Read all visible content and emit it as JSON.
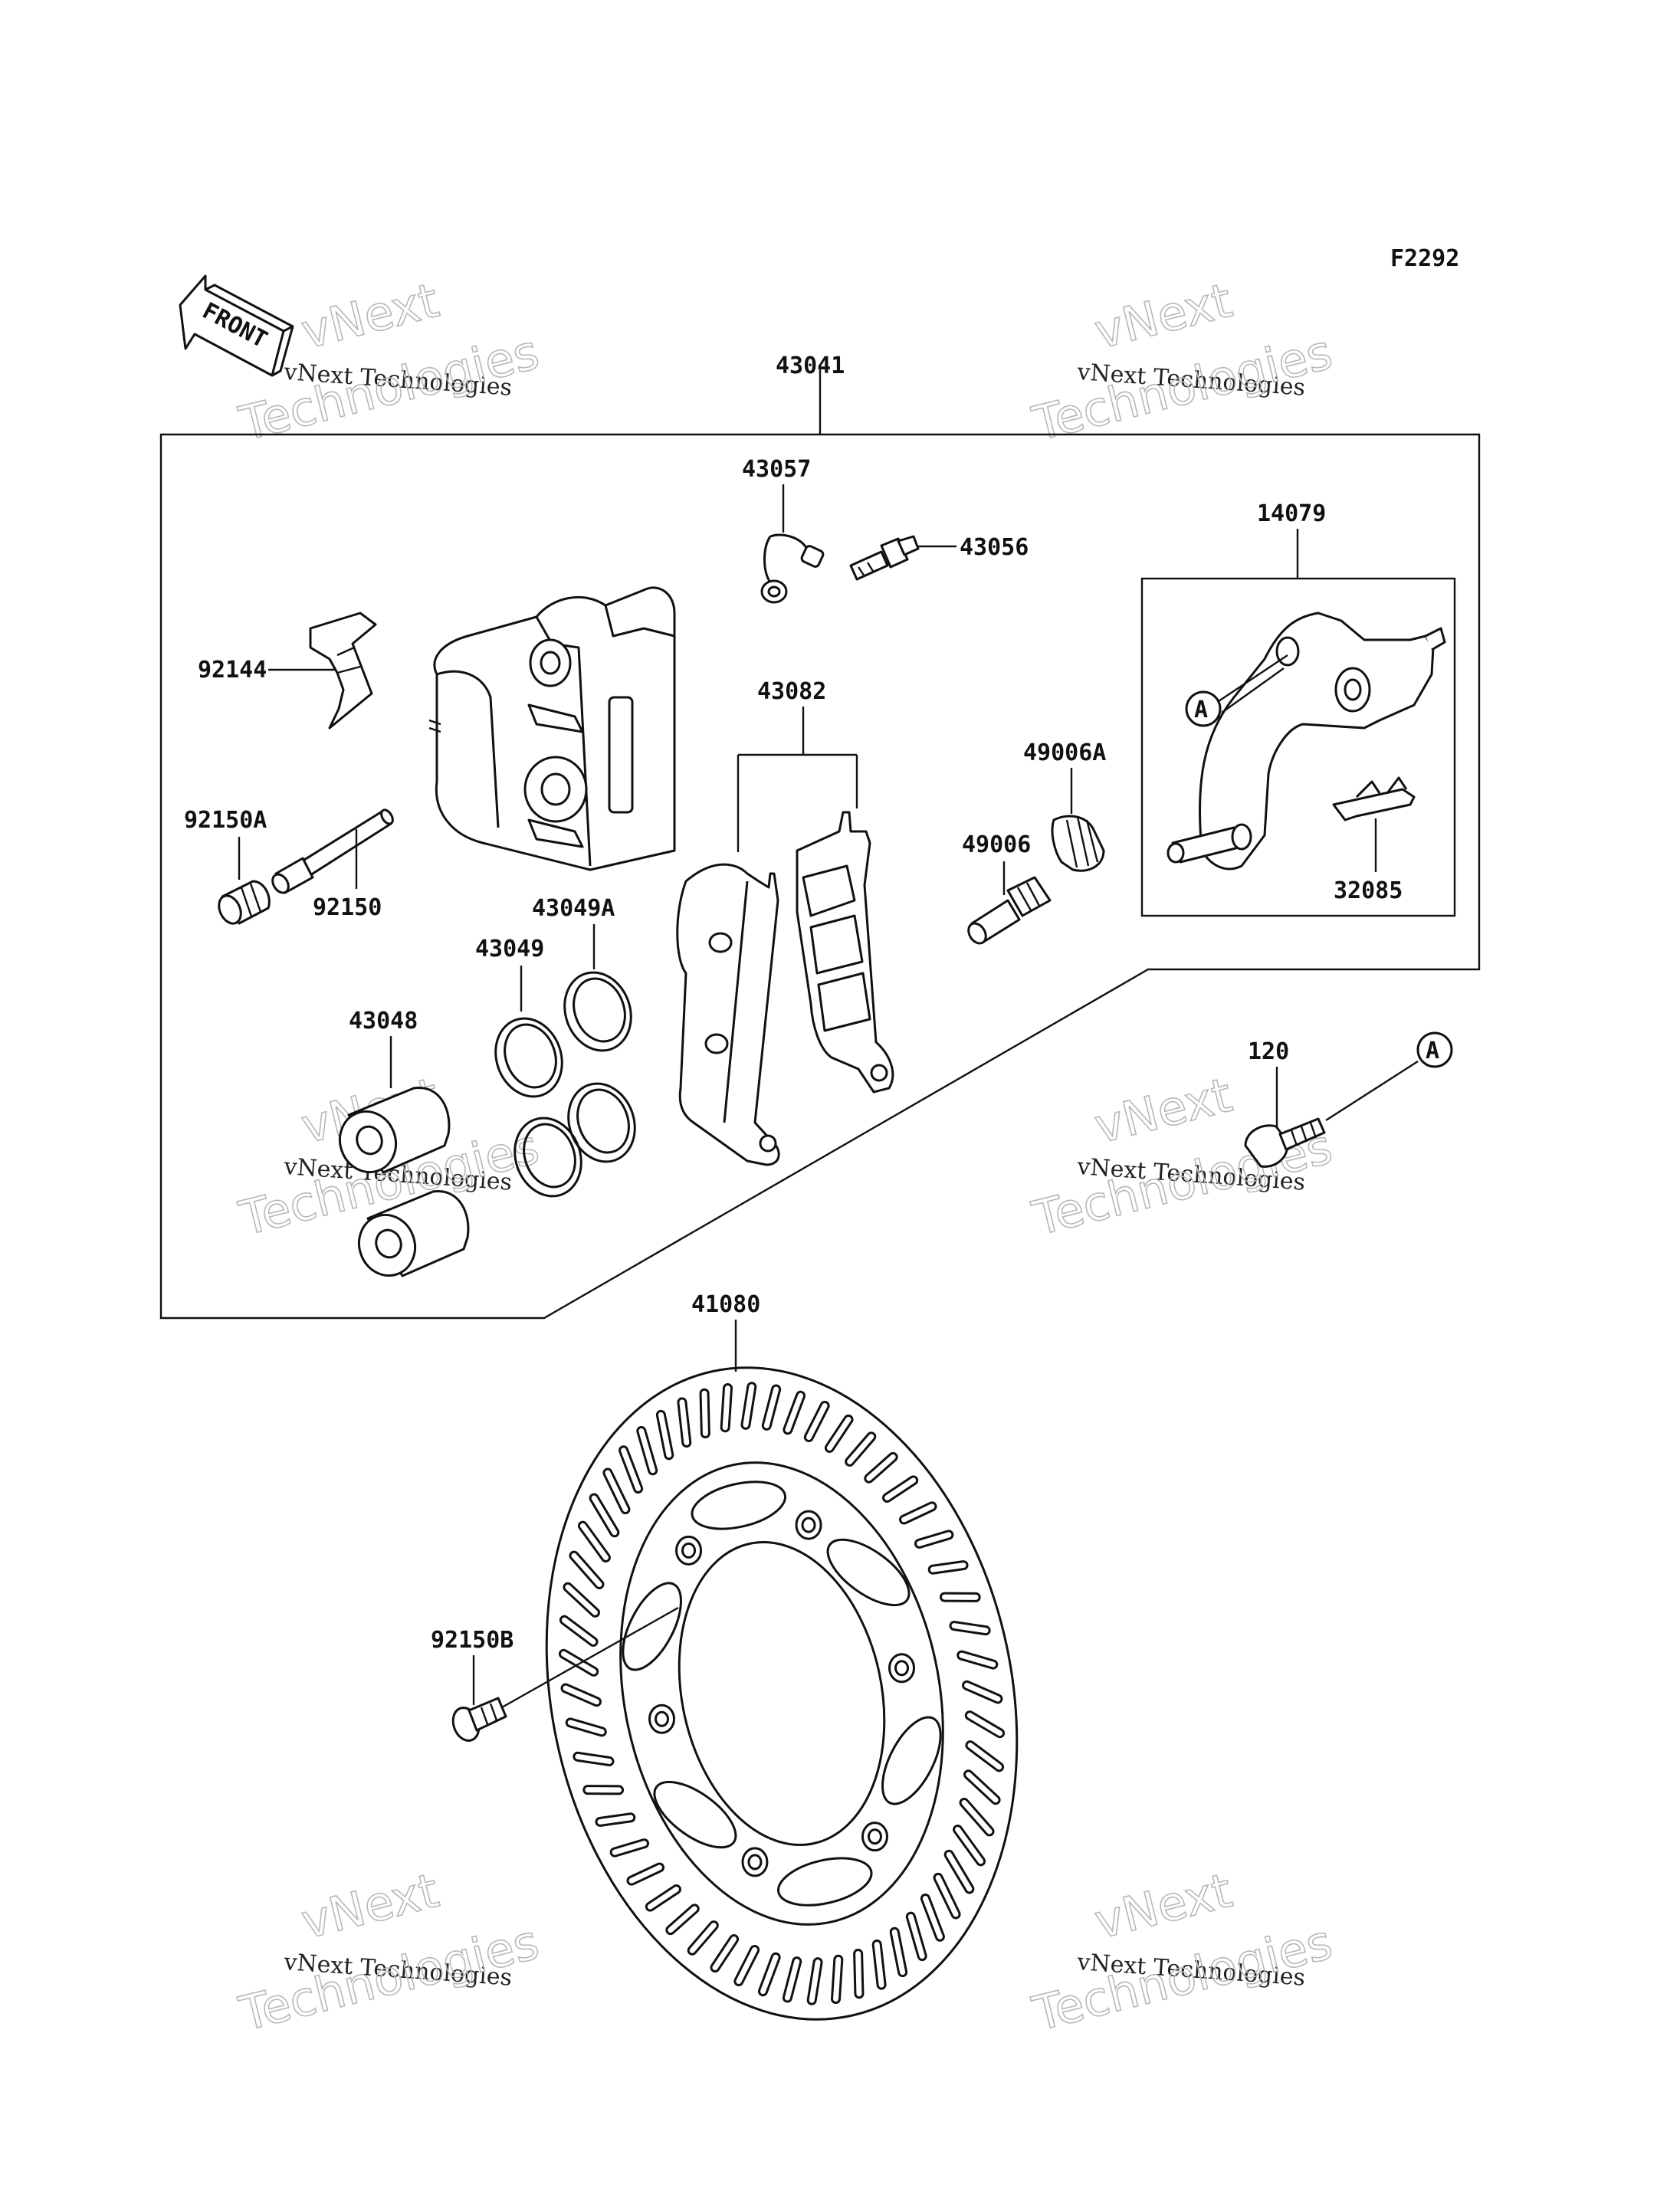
{
  "figure_code": "F2292",
  "front_label": "FRONT",
  "callouts": {
    "A1": "A",
    "A2": "A"
  },
  "parts": {
    "p43041": "43041",
    "p43057": "43057",
    "p43056": "43056",
    "p14079": "14079",
    "p92144": "92144",
    "p43082": "43082",
    "p49006A": "49006A",
    "p92150A": "92150A",
    "p49006": "49006",
    "p32085": "32085",
    "p92150": "92150",
    "p43049A": "43049A",
    "p43049": "43049",
    "p43048": "43048",
    "p120": "120",
    "p41080": "41080",
    "p92150B": "92150B"
  },
  "watermark": {
    "line1": "vNext",
    "line2": "vNext Technologies",
    "line3": "Technologies"
  }
}
